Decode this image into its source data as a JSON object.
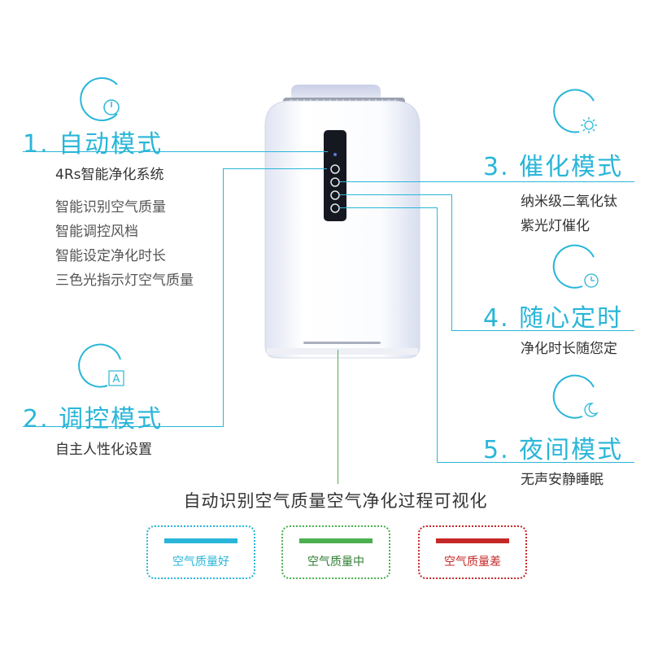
{
  "colors": {
    "accent": "#29b6d8",
    "good": "#29b6d8",
    "medium": "#4caf50",
    "poor": "#c62828"
  },
  "modes": {
    "auto": {
      "title": "1. 自动模式",
      "subtitle": "4Rs智能净化系统",
      "features": [
        "智能识别空气质量",
        "智能调控风档",
        "智能设定净化时长",
        "三色光指示灯空气质量"
      ],
      "icon": "power-icon"
    },
    "control": {
      "title": "2. 调控模式",
      "subtitle": "自主人性化设置",
      "icon": "auto-a-icon"
    },
    "catalytic": {
      "title": "3. 催化模式",
      "lines": [
        "纳米级二氧化钛",
        "紫光灯催化"
      ],
      "icon": "sun-icon"
    },
    "timer": {
      "title": "4. 随心定时",
      "subtitle": "净化时长随您定",
      "icon": "clock-icon"
    },
    "night": {
      "title": "5. 夜间模式",
      "subtitle": "无声安静睡眠",
      "icon": "moon-icon"
    }
  },
  "caption": "自动识别空气质量空气净化过程可视化",
  "air_quality": [
    {
      "label": "空气质量好",
      "color": "#29b6d8"
    },
    {
      "label": "空气质量中",
      "color": "#4caf50"
    },
    {
      "label": "空气质量差",
      "color": "#c62828"
    }
  ]
}
